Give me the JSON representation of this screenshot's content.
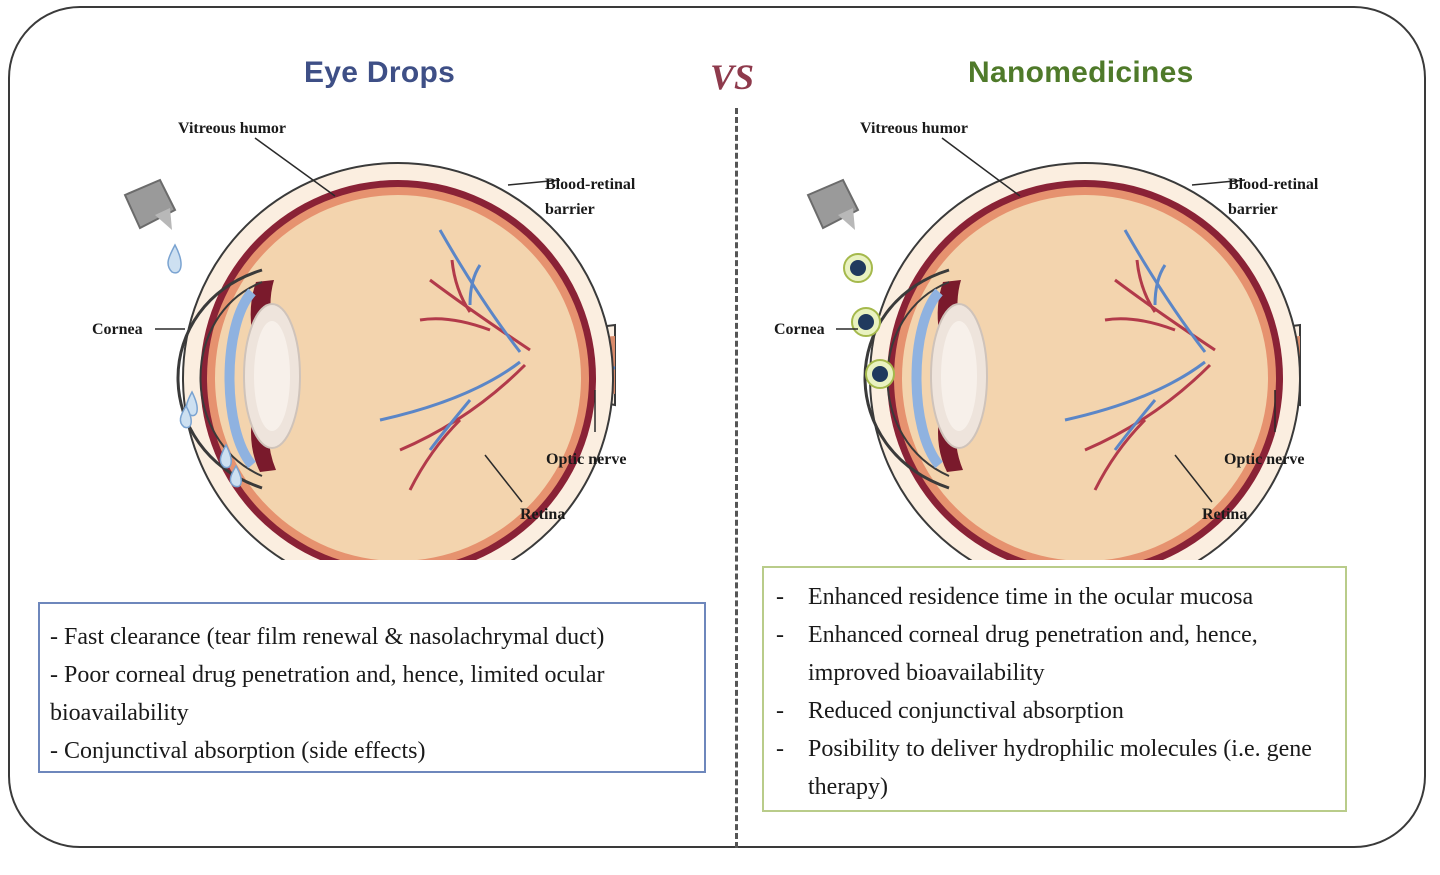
{
  "left": {
    "title": "Eye Drops",
    "labels": {
      "vitreous": "Vitreous humor",
      "blood_line1": "Blood-retinal",
      "blood_line2": "barrier",
      "cornea": "Cornea",
      "optic": "Optic nerve",
      "retina": "Retina"
    },
    "points": [
      "- Fast clearance (tear film renewal & nasolachrymal duct)",
      "- Poor corneal drug penetration and, hence, limited ocular bioavailability",
      "- Conjunctival absorption (side effects)"
    ]
  },
  "vs_label": "VS",
  "right": {
    "title": "Nanomedicines",
    "labels": {
      "vitreous": "Vitreous humor",
      "blood_line1": "Blood-retinal",
      "blood_line2": "barrier",
      "cornea": "Cornea",
      "optic": "Optic nerve",
      "retina": "Retina"
    },
    "points": [
      "Enhanced residence time in the ocular mucosa",
      "Enhanced corneal drug penetration and, hence, improved bioavailability",
      "Reduced conjunctival absorption",
      "Posibility to deliver hydrophilic molecules (i.e. gene therapy)"
    ]
  },
  "colors": {
    "left_title": "#3e4f86",
    "right_title": "#4f7a2a",
    "vs": "#8e3a4c",
    "left_box_border": "#6e87bc",
    "right_box_border": "#b9cc8a"
  }
}
